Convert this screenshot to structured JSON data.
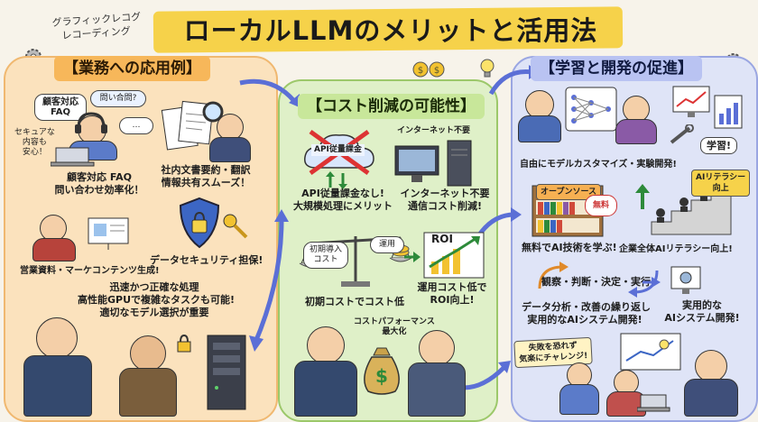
{
  "header": {
    "logo_line1": "グラフィックレコグ",
    "logo_line2": "レコーディング",
    "title": "ローカルLLMのメリットと活用法"
  },
  "left": {
    "heading": "【業務への応用例】",
    "bubble_top": "顧客対応\nFAQ",
    "bubble_question": "問い合問?",
    "bubble_dots": "…",
    "secure_note": "セキュアな\n内容も\n安心！",
    "faq_caption1": "顧客対応 FAQ",
    "faq_caption2": "問い合わせ効率化！",
    "doc_caption1": "社内文書要約・翻訳",
    "doc_caption2": "情報共有スムーズ！",
    "security_caption": "データセキュリティ担保!",
    "sales_caption": "営業資料・マーケコンテンツ生成!",
    "process1": "迅速かつ正確な処理",
    "process2": "高性能GPUで複雑なタスクも可能!",
    "process3": "適切なモデル選択が重要"
  },
  "middle": {
    "heading": "【コスト削減の可能性】",
    "api_cloud": "API従量課金",
    "internet_label": "インターネット不要",
    "api_caption1": "API従量課金なし!",
    "api_caption2": "大規模処理にメリット",
    "net_caption1": "インターネット不要",
    "net_caption2": "通信コスト削減!",
    "initial_label": "初期導入\nコスト",
    "ops_label": "運用",
    "roi_label": "ROI",
    "initial_caption": "初期コストでコスト低",
    "roi_caption1": "運用コスト低で",
    "roi_caption2": "ROI向上!",
    "cp_label1": "コストパフォーマンス",
    "cp_label2": "最大化"
  },
  "right": {
    "heading": "【学習と開発の促進】",
    "learn_speech": "学習!",
    "custom_caption": "自由にモデルカスタマイズ・実験開発!",
    "opensource_label": "オープンソース",
    "free_badge": "無料",
    "ai_literacy_label1": "AIリテラシー",
    "ai_literacy_label2": "向上",
    "free_caption": "無料でAI技術を学ぶ!",
    "company_caption": "企業全体AIリテラシー向上!",
    "cycle_text": "観察・判断・決定・実行",
    "analysis1": "データ分析・改善の繰り返し",
    "analysis2": "実用的なAIシステム開発!",
    "practical1": "実用的な",
    "practical2": "AIシステム開発!",
    "challenge1": "失敗を恐れず",
    "challenge2": "気楽にチャレンジ!"
  },
  "colors": {
    "title_band": "#f6d24a",
    "left_panel": "#fbe2bd",
    "mid_panel": "#dff0c8",
    "right_panel": "#dfe4f7"
  }
}
